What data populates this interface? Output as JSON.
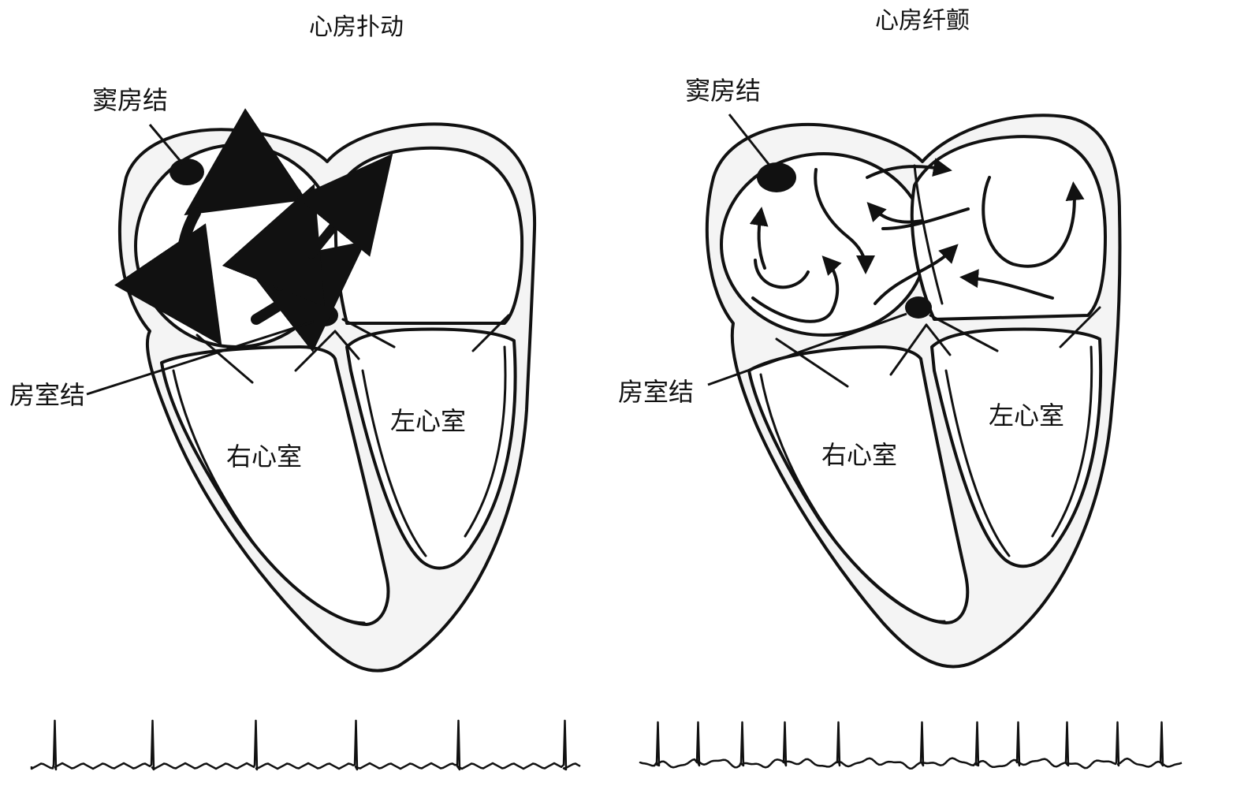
{
  "panels": [
    {
      "title": "心房扑动",
      "sa_node_label": "窦房结",
      "av_node_label": "房室结",
      "right_ventricle_label": "右心室",
      "left_ventricle_label": "左心室",
      "ecg_qrs_count": 6
    },
    {
      "title": "心房纤颤",
      "sa_node_label": "窦房结",
      "av_node_label": "房室结",
      "right_ventricle_label": "右心室",
      "left_ventricle_label": "左心室",
      "ecg_qrs_count": 11
    }
  ]
}
